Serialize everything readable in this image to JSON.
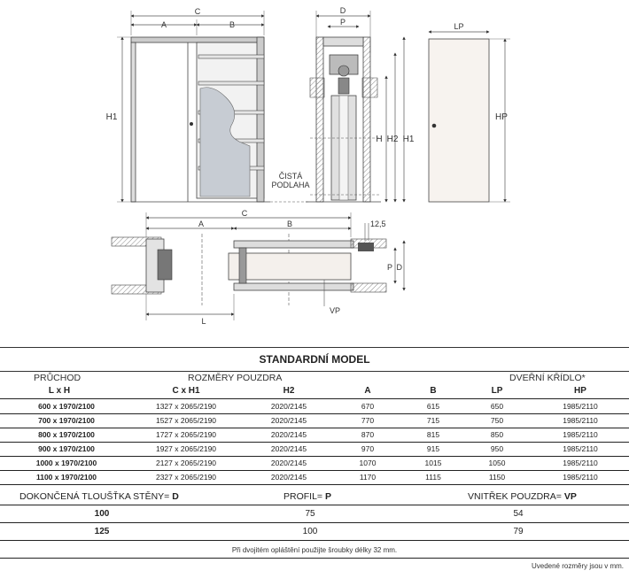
{
  "drawing_labels": {
    "front": {
      "c": "C",
      "a": "A",
      "b": "B",
      "h1": "H1",
      "clear_floor": [
        "ČISTÁ",
        "PODLAHA"
      ]
    },
    "section": {
      "d": "D",
      "p": "P",
      "h": "H",
      "h2": "H2",
      "h1": "H1"
    },
    "leaf": {
      "lp": "LP",
      "hp": "HP"
    },
    "plan": {
      "c": "C",
      "a": "A",
      "b": "B",
      "dim_12_5": "12,5",
      "p": "P",
      "d": "D",
      "l": "L",
      "vp": "VP"
    }
  },
  "table": {
    "title": "STANDARDNÍ MODEL",
    "group_headers": {
      "passage": "PRŮCHOD",
      "pocket_dims": "ROZMĚRY POUZDRA",
      "leaf": "DVEŘNÍ KŘÍDLO*"
    },
    "columns": [
      "L x H",
      "C x H1",
      "H2",
      "A",
      "B",
      "LP",
      "HP"
    ],
    "rows": [
      [
        "600 x 1970/2100",
        "1327 x 2065/2190",
        "2020/2145",
        "670",
        "615",
        "650",
        "1985/2110"
      ],
      [
        "700 x 1970/2100",
        "1527 x 2065/2190",
        "2020/2145",
        "770",
        "715",
        "750",
        "1985/2110"
      ],
      [
        "800 x 1970/2100",
        "1727 x 2065/2190",
        "2020/2145",
        "870",
        "815",
        "850",
        "1985/2110"
      ],
      [
        "900 x 1970/2100",
        "1927 x 2065/2190",
        "2020/2145",
        "970",
        "915",
        "950",
        "1985/2110"
      ],
      [
        "1000 x 1970/2100",
        "2127 x 2065/2190",
        "2020/2145",
        "1070",
        "1015",
        "1050",
        "1985/2110"
      ],
      [
        "1100 x 1970/2100",
        "2327 x 2065/2190",
        "2020/2145",
        "1170",
        "1115",
        "1150",
        "1985/2110"
      ]
    ]
  },
  "table2": {
    "headers": {
      "wall": {
        "text": "DOKONČENÁ TLOUŠŤKA STĚNY= ",
        "symbol": "D"
      },
      "profile": {
        "text": "PROFIL= ",
        "symbol": "P"
      },
      "inside": {
        "text": "VNITŘEK POUZDRA= ",
        "symbol": "VP"
      }
    },
    "rows": [
      [
        "100",
        "75",
        "54"
      ],
      [
        "125",
        "100",
        "79"
      ]
    ]
  },
  "notes": {
    "screws": "Při dvojitém opláštění použijte šroubky délky 32 mm.",
    "units": "Uvedené rozměry jsou v mm."
  }
}
